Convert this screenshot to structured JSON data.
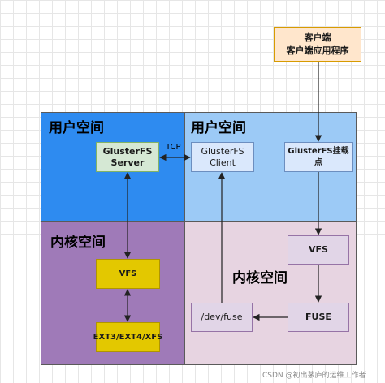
{
  "regions": {
    "user_left": "用户空间",
    "user_right": "用户空间",
    "kernel_left": "内核空间",
    "kernel_right": "内核空间"
  },
  "nodes": {
    "client_app_line1": "客户端",
    "client_app_line2": "客户端应用程序",
    "gfs_server_line1": "GlusterFS",
    "gfs_server_line2": "Server",
    "gfs_client_line1": "GlusterFS",
    "gfs_client_line2": "Client",
    "gfs_mount": "GlusterFS挂载点",
    "vfs_left": "VFS",
    "ext": "EXT3/EXT4/XFS",
    "vfs_right": "VFS",
    "fuse": "FUSE",
    "dev_fuse": "/dev/fuse"
  },
  "edges": {
    "tcp_label": "TCP"
  },
  "watermark": "CSDN @初出茅庐的运维工作者",
  "colors": {
    "user_space_left": "#2e8bf0",
    "user_space_right": "#9ccaf6",
    "kernel_space_left": "#9f7ab8",
    "kernel_space_right": "#e7d4e1",
    "arrow": "#222222"
  }
}
